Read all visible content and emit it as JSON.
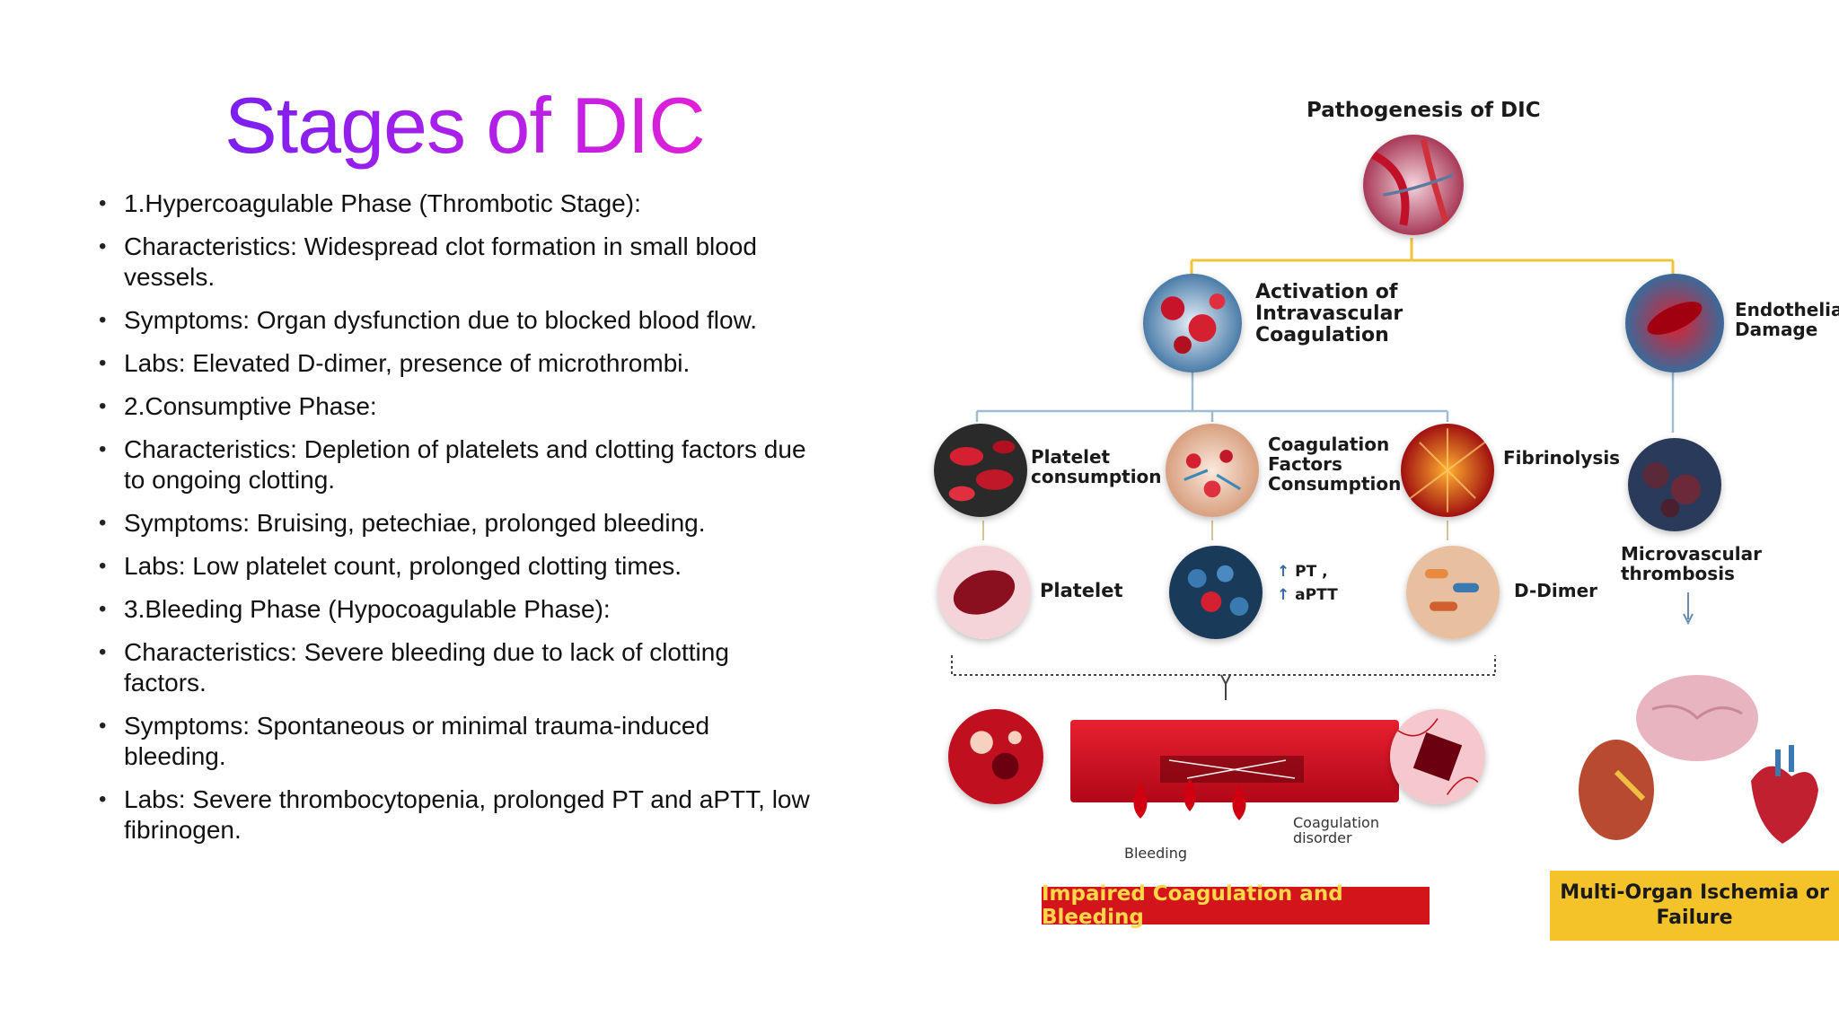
{
  "slide": {
    "title": "Stages of DIC",
    "bullets": [
      "1.Hypercoagulable Phase (Thrombotic Stage):",
      "Characteristics: Widespread clot formation in small blood vessels.",
      "Symptoms: Organ dysfunction due to blocked blood flow.",
      "Labs: Elevated D-dimer, presence of microthrombi.",
      "2.Consumptive Phase:",
      "Characteristics: Depletion of platelets and clotting factors due to ongoing clotting.",
      "Symptoms: Bruising, petechiae, prolonged bleeding.",
      "Labs: Low platelet count, prolonged clotting times.",
      "3.Bleeding Phase (Hypocoagulable Phase):",
      "Characteristics: Severe bleeding due to lack of clotting factors.",
      "Symptoms: Spontaneous or minimal trauma-induced bleeding.",
      "Labs: Severe thrombocytopenia, prolonged PT and aPTT, low fibrinogen."
    ]
  },
  "diagram": {
    "title": "Pathogenesis of DIC",
    "activation_label_1": "Activation of",
    "activation_label_2": "Intravascular",
    "activation_label_3": "Coagulation",
    "endothelial_label_1": "Endothelial",
    "endothelial_label_2": "Damage",
    "platelet_consumption_1": "Platelet",
    "platelet_consumption_2": "consumption",
    "coag_factors_1": "Coagulation",
    "coag_factors_2": "Factors",
    "coag_factors_3": "Consumption",
    "fibrinolysis": "Fibrinolysis",
    "micro_1": "Microvascular",
    "micro_2": "thrombosis",
    "platelet": "Platelet",
    "pt": "PT ,",
    "aptt": "aPTT",
    "ddimer": "D-Dimer",
    "bleeding": "Bleeding",
    "coag_disorder_1": "Coagulation",
    "coag_disorder_2": "disorder",
    "impaired_banner": "Impaired Coagulation and Bleeding",
    "failure_1": "Multi-Organ Ischemia or",
    "failure_2": "Failure",
    "colors": {
      "red_banner": "#d4141b",
      "yellow_banner": "#f4c329",
      "wire_yellow": "#f0c43a",
      "wire_blue": "#9fbcd4"
    }
  }
}
